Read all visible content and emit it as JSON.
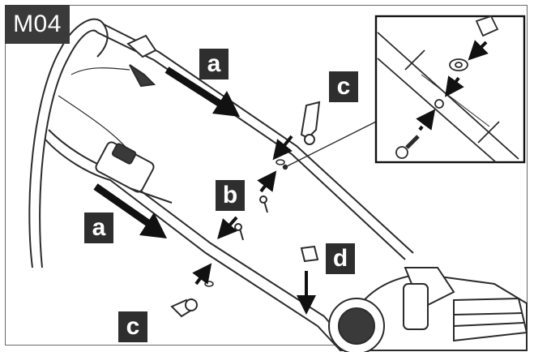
{
  "step": {
    "code": "M04"
  },
  "labels": {
    "a": "a",
    "b": "b",
    "c": "c",
    "d": "d"
  },
  "colors": {
    "label_bg": "#2e2e2e",
    "badge_bg": "#3a3a3a",
    "line": "#2b2b2b",
    "frame": "#6a6a6a"
  }
}
